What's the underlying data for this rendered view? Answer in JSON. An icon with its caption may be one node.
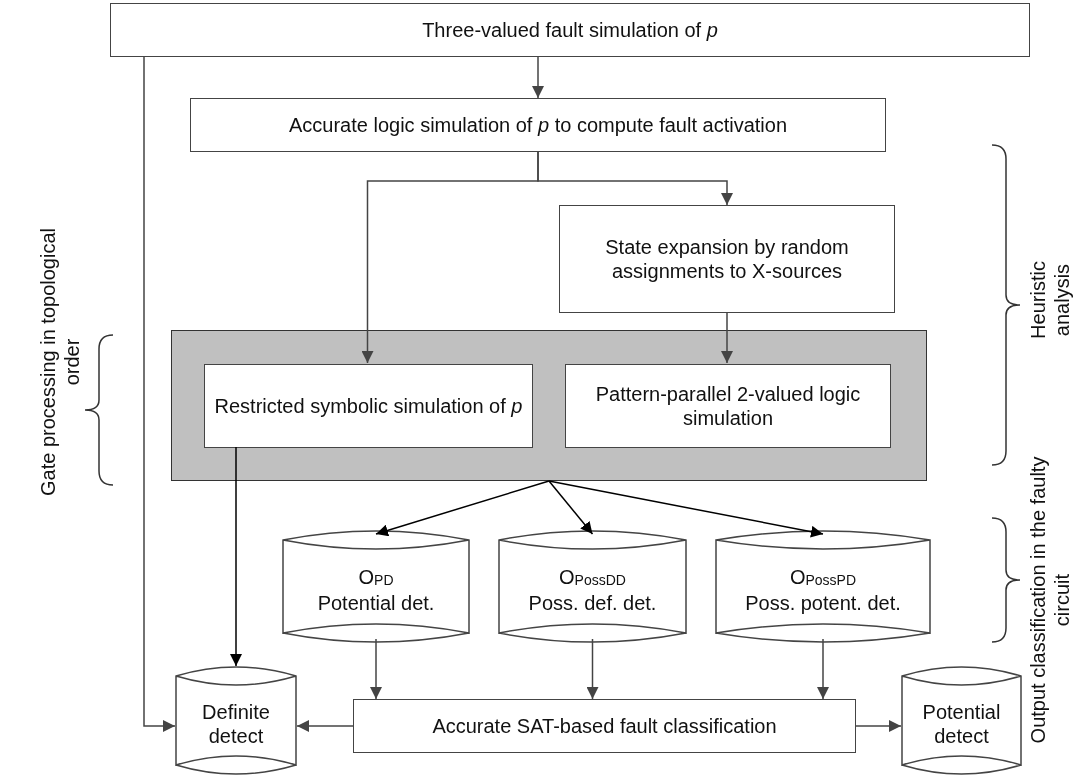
{
  "diagram": {
    "nodes": [
      {
        "text": [
          "Three-valued fault simulation of *p*"
        ]
      },
      {
        "text": [
          "Accurate logic simulation of *p* to compute fault activation"
        ]
      },
      {
        "text": [
          "State expansion by random assignments to X-sources"
        ]
      },
      {
        "text": [],
        "shape": "box"
      },
      {
        "text": [
          "Restricted symbolic simulation of *p*"
        ],
        "in": 3
      },
      {
        "text": [
          "Pattern-parallel 2-valued logic simulation"
        ],
        "in": 3
      },
      {
        "text": [
          "O$_{PD}$",
          "Potential det."
        ]
      },
      {
        "text": [
          "O$_{PossDD}$",
          "Poss. def. det."
        ]
      },
      {
        "text": [
          "O$_{PossPD}$",
          "Poss. potent. det."
        ]
      },
      {
        "text": [
          "Definite detect"
        ]
      },
      {
        "text": [
          "Accurate SAT-based fault classification"
        ]
      },
      {
        "text": [
          "Potential detect"
        ]
      }
    ],
    "edges": [
      {
        "from": 0,
        "to": 1,
        "arrow": "to"
      },
      {
        "from": 1,
        "to": 4,
        "arrow": "to"
      },
      {
        "from": 1,
        "to": 2,
        "arrow": "to"
      },
      {
        "from": 2,
        "to": 5,
        "arrow": "to"
      },
      {
        "from": 0,
        "to": 9,
        "arrow": "to"
      },
      {
        "from": 4,
        "to": 9,
        "arrow": "to",
        "color": "#000000"
      },
      {
        "from": 3,
        "to": 6,
        "arrow": "to",
        "color": "#000000"
      },
      {
        "from": 3,
        "to": 7,
        "arrow": "to",
        "color": "#000000"
      },
      {
        "from": 3,
        "to": 8,
        "arrow": "to",
        "color": "#000000"
      },
      {
        "from": 6,
        "to": 10,
        "arrow": "to"
      },
      {
        "from": 7,
        "to": 10,
        "arrow": "to"
      },
      {
        "from": 8,
        "to": 10,
        "arrow": "to"
      },
      {
        "from": 10,
        "to": 9,
        "arrow": "to"
      },
      {
        "from": 10,
        "to": 11,
        "arrow": "to"
      }
    ],
    "labels": [
      "Heuristic analysis",
      "Gate processing in topological order",
      "Output classification in the faulty circuit"
    ]
  }
}
